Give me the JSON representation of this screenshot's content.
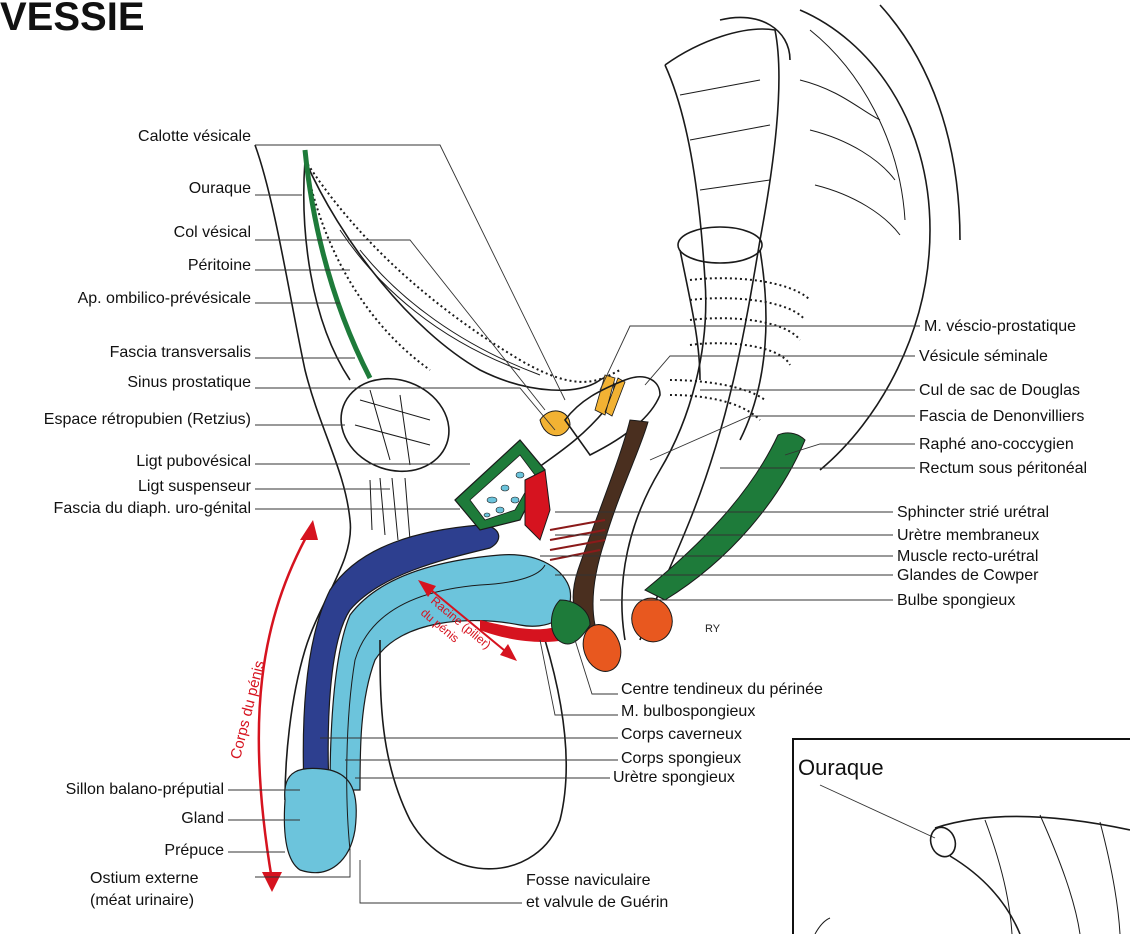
{
  "title": "VESSIE",
  "left_labels": [
    "Calotte vésicale",
    "Ouraque",
    "Col vésical",
    "Péritoine",
    "Ap. ombilico-prévésicale",
    "Fascia transversalis",
    "Sinus prostatique",
    "Espace rétropubien (Retzius)",
    "Ligt pubovésical",
    "Ligt suspenseur",
    "Fascia du diaph. uro-génital",
    "Sillon balano-préputial",
    "Gland",
    "Prépuce",
    "Ostium externe",
    "(méat urinaire)"
  ],
  "right_labels": [
    "M. véscio-prostatique",
    "Vésicule séminale",
    "Cul de sac de Douglas",
    "Fascia de Denonvilliers",
    "Raphé ano-coccygien",
    "Rectum sous péritonéal",
    "Sphincter strié urétral",
    "Urètre membraneux",
    "Muscle recto-urétral",
    "Glandes de Cowper",
    "Bulbe spongieux"
  ],
  "bottom_labels": [
    "Centre tendineux du périnée",
    "M. bulbospongieux",
    "Corps caverneux",
    "Corps spongieux",
    "Urètre spongieux",
    "Fosse naviculaire",
    "et valvule de Guérin"
  ],
  "red_annotations": {
    "corps": "Corps du pénis",
    "racine_1": "Racine (pilier)",
    "racine_2": "du pénis"
  },
  "marker": "RY",
  "inset_title": "Ouraque",
  "colors": {
    "dark_blue": "#2d3f8f",
    "light_blue": "#6cc4dc",
    "green": "#1e7b3a",
    "red": "#d6131f",
    "orange": "#e8581f",
    "yellow": "#f2b233",
    "brown": "#4a2f1f",
    "dark_red": "#8b1a1a"
  }
}
